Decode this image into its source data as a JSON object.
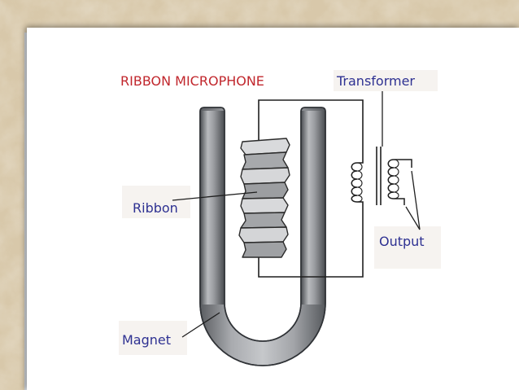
{
  "diagram": {
    "title": "RIBBON MICROPHONE",
    "labels": {
      "transformer": "Transformer",
      "ribbon": "Ribbon",
      "output": "Output",
      "magnet": "Magnet"
    }
  },
  "colors": {
    "title_red": "#c1272d",
    "label_blue": "#2e3192",
    "magnet_gray": "#8f9195",
    "background_parchment": "#d9c9ad"
  }
}
